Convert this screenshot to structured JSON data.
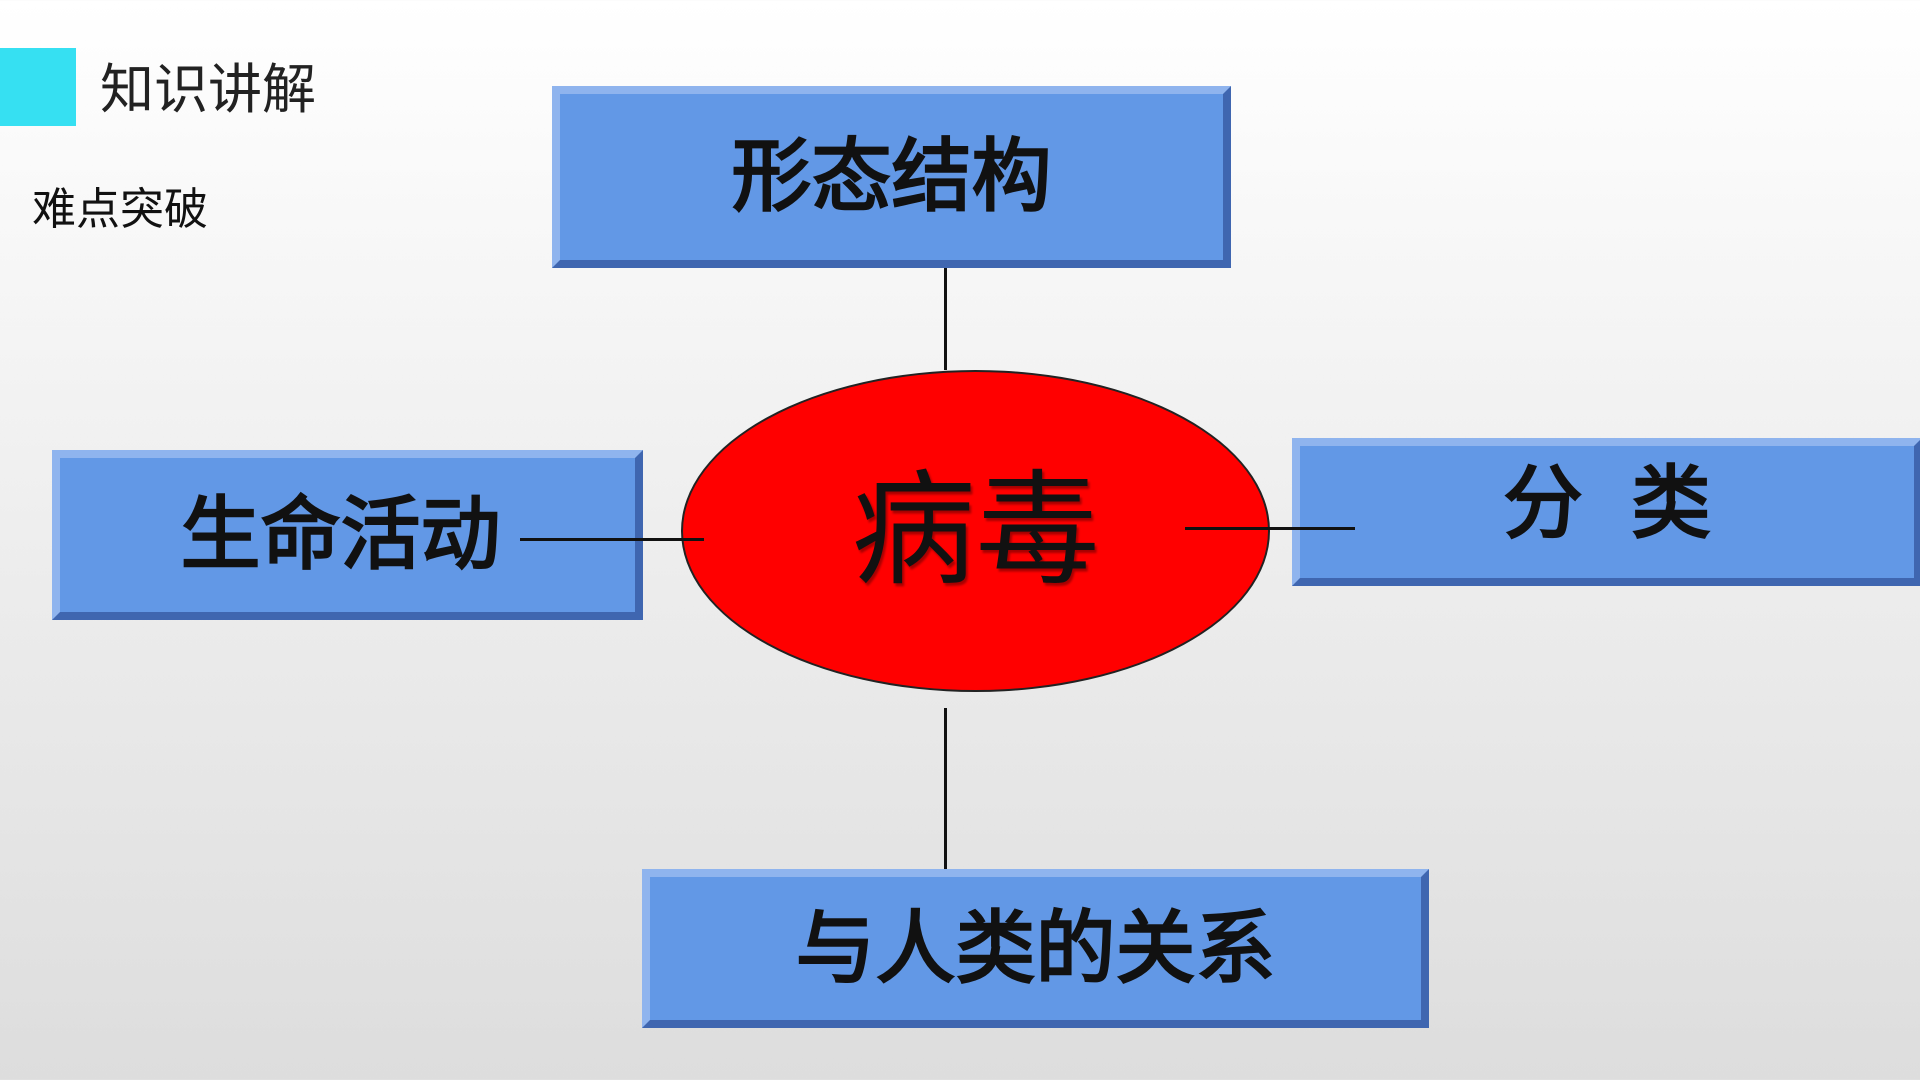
{
  "header": {
    "section_title": "知识讲解",
    "sub_title": "难点突破"
  },
  "diagram": {
    "center": {
      "label": "病毒",
      "fill": "#ff0000"
    },
    "nodes": {
      "top": {
        "label": "形态结构"
      },
      "left": {
        "label": "生命活动"
      },
      "right": {
        "label": "分类"
      },
      "bottom": {
        "label": "与人类的关系"
      }
    },
    "node_fill": "#6298e6"
  },
  "colors": {
    "accent": "#36e0f2",
    "box_fill": "#6298e6",
    "center_fill": "#ff0000"
  }
}
